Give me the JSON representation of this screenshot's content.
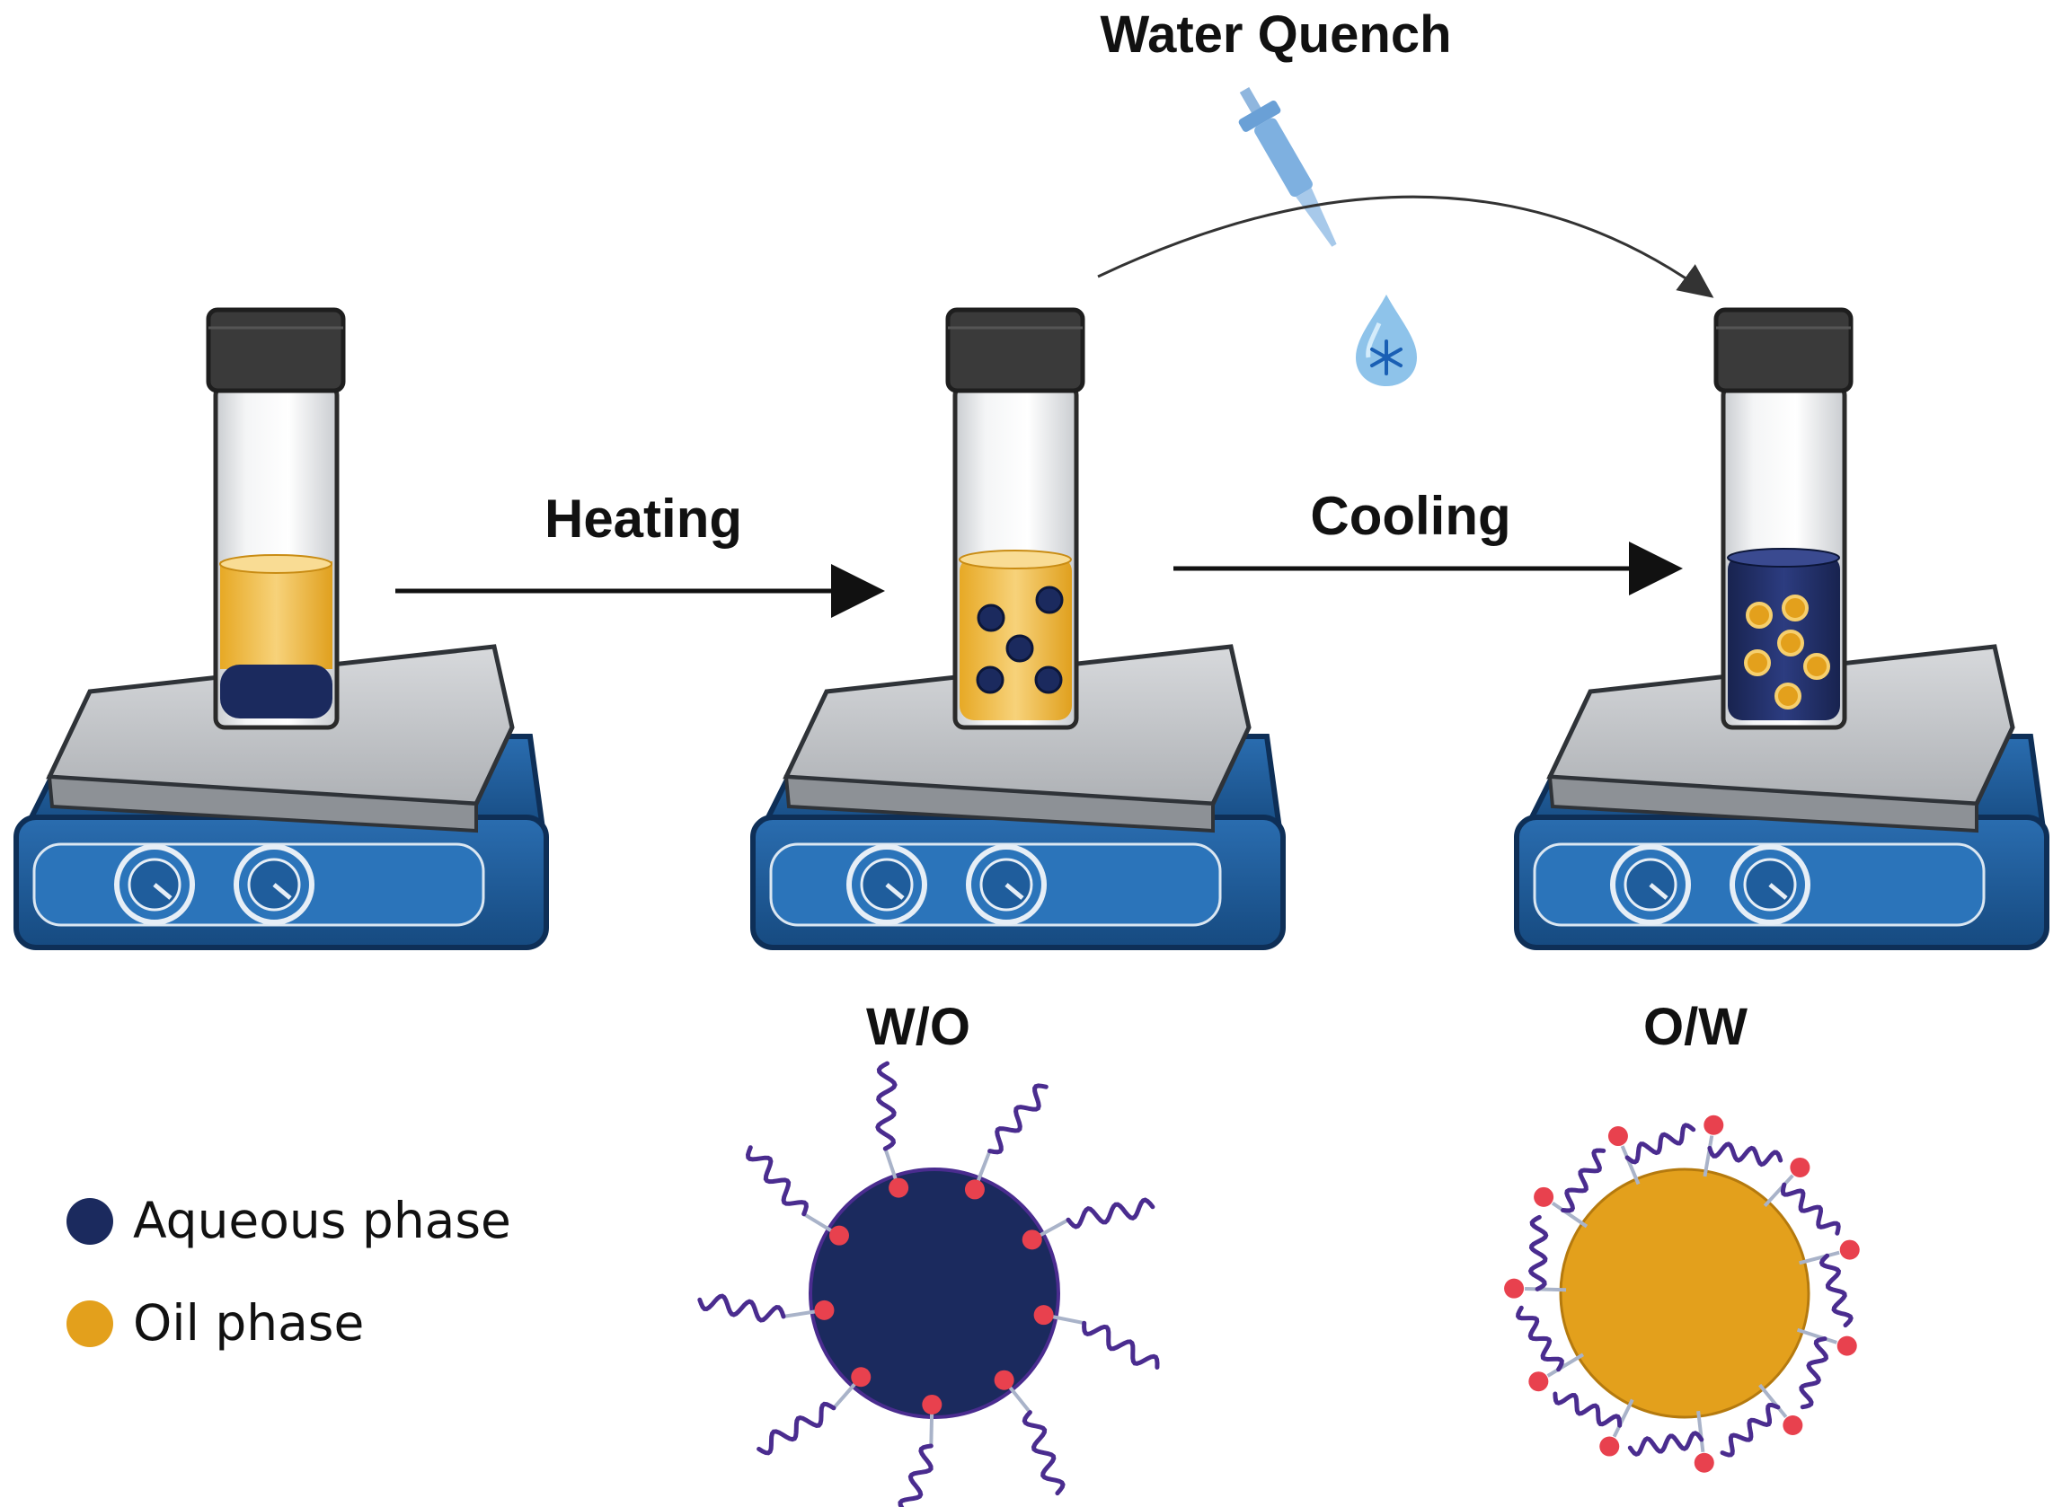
{
  "labels": {
    "water_quench": "Water Quench",
    "heating": "Heating",
    "cooling": "Cooling",
    "wo": "W/O",
    "ow": "O/W"
  },
  "legend": {
    "items": [
      {
        "label": "Aqueous phase",
        "color": "#1b2a5e"
      },
      {
        "label": "Oil phase",
        "color": "#e3a01c"
      }
    ]
  },
  "colors": {
    "aqueous": "#1b2a5e",
    "oil": "#e3a01c",
    "oil_light": "#f5c85a",
    "hotplate_base": "#1f5d9c",
    "hotplate_top": "#b9bcc0",
    "cap": "#3a3a3a",
    "surfactant_tail": "#4a2c8f",
    "surfactant_head": "#e8414e"
  },
  "vials": [
    {
      "id": "initial",
      "state": "separated layers: oil over aqueous"
    },
    {
      "id": "after-heating",
      "state": "aqueous droplets in oil"
    },
    {
      "id": "after-cooling",
      "state": "oil droplets in aqueous"
    }
  ],
  "icons": [
    "pipette-icon",
    "water-drop-snowflake-icon"
  ]
}
